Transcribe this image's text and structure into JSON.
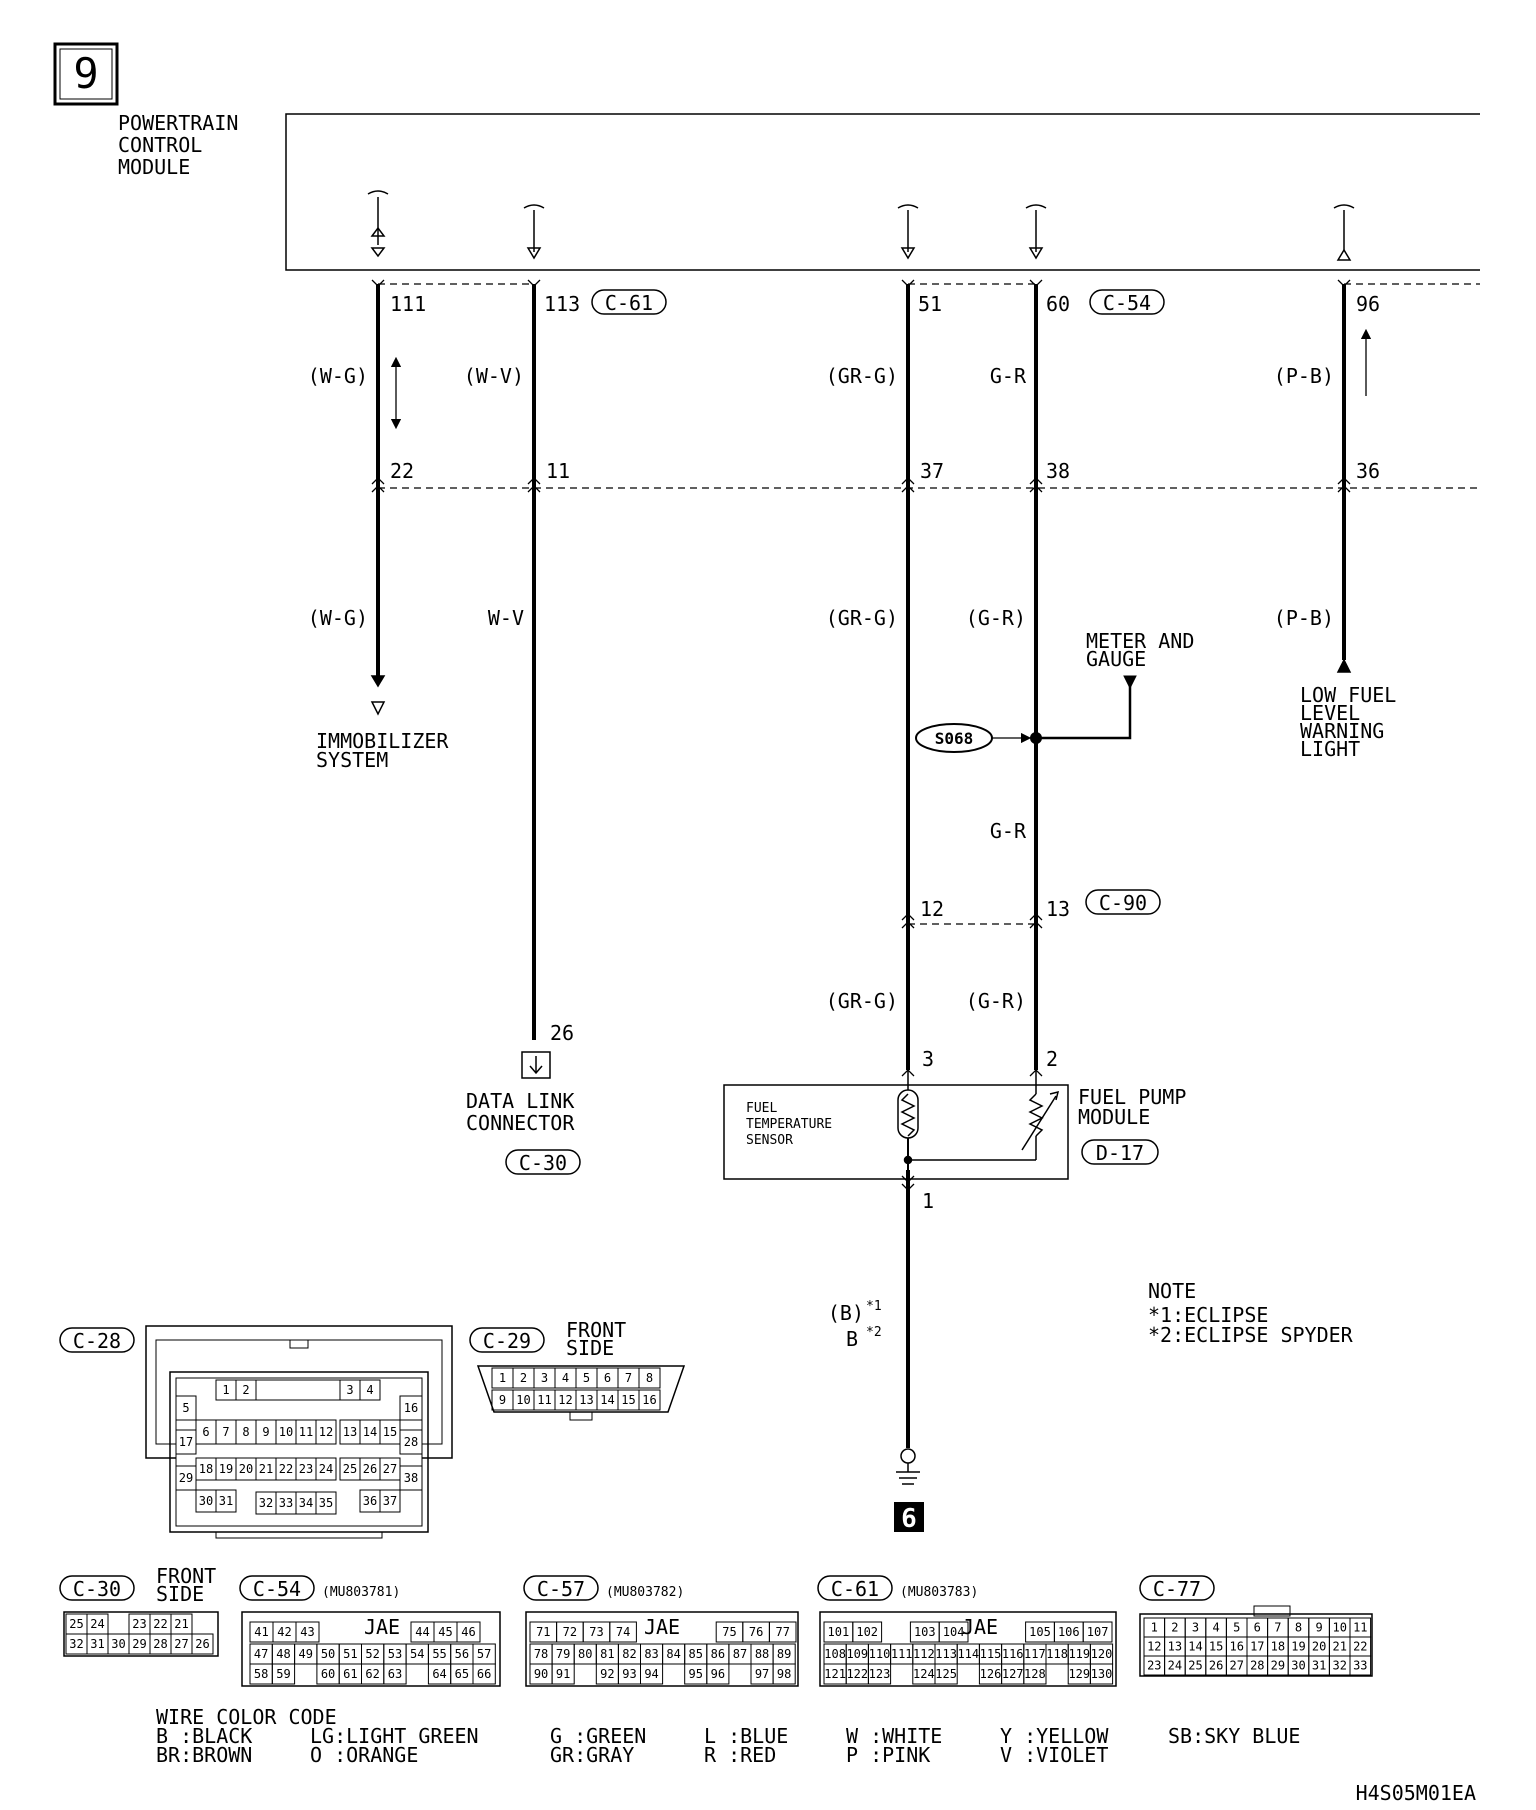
{
  "page_number": "9",
  "pcm_title": [
    "POWERTRAIN",
    "CONTROL",
    "MODULE"
  ],
  "pins_top": [
    "111",
    "113",
    "51",
    "60",
    "96"
  ],
  "conn_top_a": "C-61",
  "conn_top_b": "C-54",
  "upper_colors": [
    "(W-G)",
    "(W-V)",
    "(GR-G)",
    "G-R",
    "(P-B)"
  ],
  "pins_mid": [
    "22",
    "11",
    "37",
    "38",
    "36"
  ],
  "lower_colors": [
    "(W-G)",
    "W-V",
    "(GR-G)",
    "(G-R)",
    "(P-B)"
  ],
  "immobilizer": [
    "IMMOBILIZER",
    "SYSTEM"
  ],
  "low_fuel": [
    "LOW FUEL",
    "LEVEL",
    "WARNING",
    "LIGHT"
  ],
  "meter": [
    "METER AND",
    "GAUGE"
  ],
  "splice": "S068",
  "gr_color_2": "G-R",
  "pins_c90": [
    "12",
    "13"
  ],
  "conn_c90": "C-90",
  "c90_colors": [
    "(GR-G)",
    "(G-R)"
  ],
  "dlc_pin": "26",
  "dlc_title": [
    "DATA LINK",
    "CONNECTOR"
  ],
  "conn_c30_label": "C-30",
  "pump_pins": [
    "3",
    "2",
    "1"
  ],
  "sensor_title": [
    "FUEL",
    "TEMPERATURE",
    "SENSOR"
  ],
  "pump_title": [
    "FUEL PUMP",
    "MODULE"
  ],
  "conn_d17": "D-17",
  "ground_colors": [
    "(B)",
    "*1",
    "B",
    "*2"
  ],
  "ground_number": "6",
  "note_title": "NOTE",
  "note_lines": [
    "*1:ECLIPSE",
    "*2:ECLIPSE SPYDER"
  ],
  "c28": {
    "label": "C-28",
    "rows": [
      [
        "1",
        "2",
        "3",
        "4"
      ],
      [
        "5",
        "6",
        "7",
        "8",
        "9",
        "10",
        "11",
        "12",
        "13",
        "14",
        "15",
        "16"
      ],
      [
        "17",
        "18",
        "19",
        "20",
        "21",
        "22",
        "23",
        "24",
        "25",
        "26",
        "27",
        "28"
      ],
      [
        "29",
        "30",
        "31",
        "32",
        "33",
        "34",
        "35",
        "36",
        "37",
        "38"
      ]
    ]
  },
  "c29": {
    "label": "C-29",
    "side": [
      "FRONT",
      "SIDE"
    ],
    "row1": [
      "1",
      "2",
      "3",
      "4",
      "5",
      "6",
      "7",
      "8"
    ],
    "row2": [
      "9",
      "10",
      "11",
      "12",
      "13",
      "14",
      "15",
      "16"
    ]
  },
  "c30": {
    "label": "C-30",
    "side": [
      "FRONT",
      "SIDE"
    ],
    "row1": [
      "25",
      "24",
      "",
      "23",
      "22",
      "21"
    ],
    "row2": [
      "32",
      "31",
      "30",
      "29",
      "28",
      "27",
      "26"
    ]
  },
  "c54": {
    "label": "C-54",
    "part": "(MU803781)",
    "jae": "JAE",
    "rows": [
      [
        "41",
        "42",
        "43",
        "",
        "",
        "",
        "",
        "44",
        "45",
        "46"
      ],
      [
        "47",
        "48",
        "49",
        "50",
        "51",
        "52",
        "53",
        "54",
        "55",
        "56",
        "57"
      ],
      [
        "58",
        "59",
        "",
        "60",
        "61",
        "62",
        "63",
        "",
        "64",
        "65",
        "66"
      ]
    ]
  },
  "c57": {
    "label": "C-57",
    "part": "(MU803782)",
    "jae": "JAE",
    "rows": [
      [
        "71",
        "72",
        "73",
        "74",
        "",
        "",
        "",
        "75",
        "76",
        "77"
      ],
      [
        "78",
        "79",
        "80",
        "81",
        "82",
        "83",
        "84",
        "85",
        "86",
        "87",
        "88",
        "89"
      ],
      [
        "90",
        "91",
        "",
        "92",
        "93",
        "94",
        "",
        "95",
        "96",
        "",
        "97",
        "98"
      ]
    ]
  },
  "c61": {
    "label": "C-61",
    "part": "(MU803783)",
    "jae": "JAE",
    "rows": [
      [
        "101",
        "102",
        "",
        "103",
        "104",
        "",
        "",
        "105",
        "106",
        "107"
      ],
      [
        "108",
        "109",
        "110",
        "111",
        "112",
        "113",
        "114",
        "115",
        "116",
        "117",
        "118",
        "119",
        "120"
      ],
      [
        "121",
        "122",
        "123",
        "",
        "124",
        "125",
        "",
        "126",
        "127",
        "128",
        "",
        "129",
        "130"
      ]
    ]
  },
  "c77": {
    "label": "C-77",
    "rows": [
      [
        "1",
        "2",
        "3",
        "4",
        "5",
        "6",
        "7",
        "8",
        "9",
        "10",
        "11"
      ],
      [
        "12",
        "13",
        "14",
        "15",
        "16",
        "17",
        "18",
        "19",
        "20",
        "21",
        "22"
      ],
      [
        "23",
        "24",
        "25",
        "26",
        "27",
        "28",
        "29",
        "30",
        "31",
        "32",
        "33"
      ]
    ]
  },
  "wire_code": {
    "title": "WIRE COLOR CODE",
    "items": [
      "B :BLACK",
      "BR:BROWN",
      "LG:LIGHT GREEN",
      "O :ORANGE",
      "G :GREEN",
      "GR:GRAY",
      "L :BLUE",
      "R :RED",
      "W :WHITE",
      "P :PINK",
      "Y :YELLOW",
      "V :VIOLET",
      "SB:SKY BLUE"
    ]
  },
  "doc_code": "H4S05M01EA"
}
